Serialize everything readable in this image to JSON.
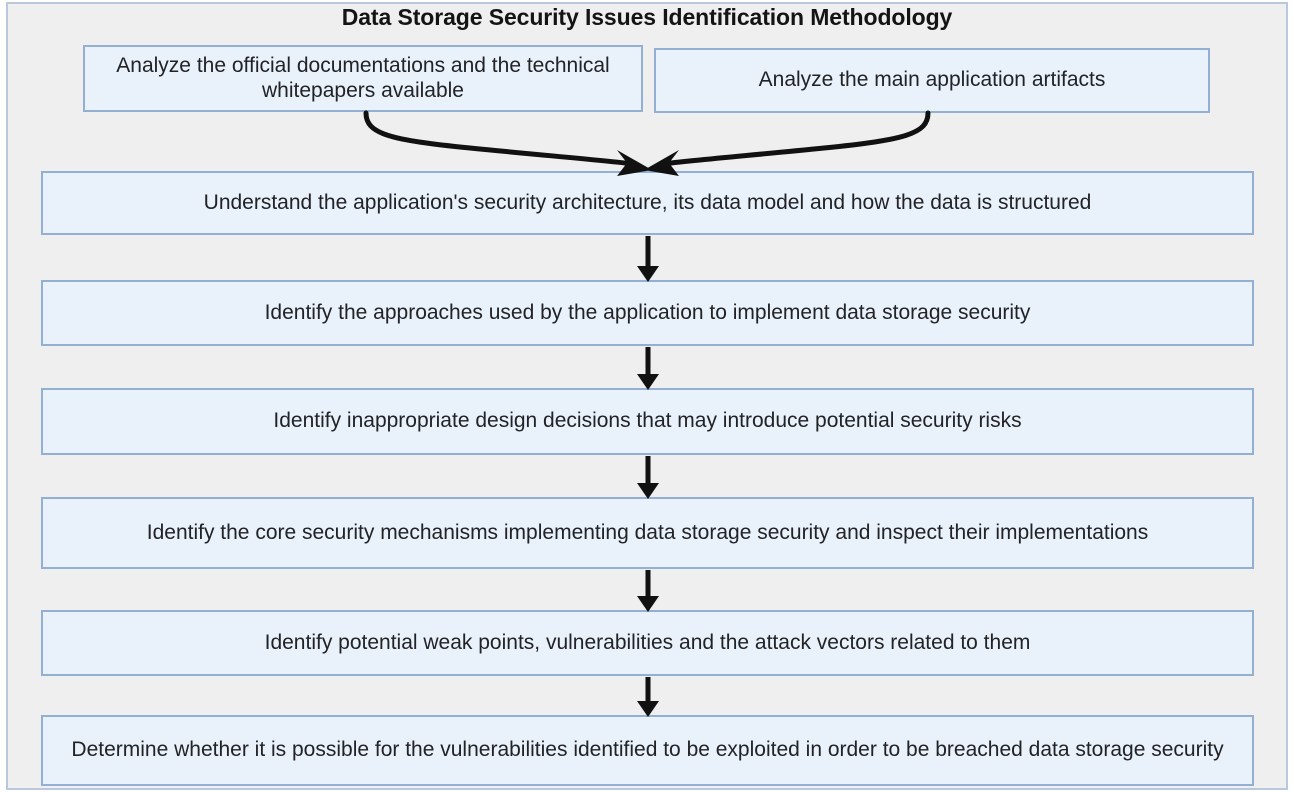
{
  "diagram": {
    "title": "Data Storage Security Issues Identification Methodology",
    "type": "flowchart",
    "colors": {
      "page_background": "#ffffff",
      "frame_background": "#efeff0",
      "frame_border": "#b9c8dd",
      "box_fill": "#e9f1fb",
      "box_border": "#93b0d4",
      "text": "#222326",
      "title_text": "#141414",
      "arrow": "#111111"
    },
    "inputs": [
      {
        "id": "box-docs",
        "label": "Analyze the official documentations and the technical whitepapers available"
      },
      {
        "id": "box-artifacts",
        "label": "Analyze the main application artifacts"
      }
    ],
    "steps": [
      {
        "id": "box-understand",
        "label": "Understand the application's security architecture, its  data model and how the data is structured"
      },
      {
        "id": "box-approaches",
        "label": "Identify the approaches used by the application to implement data storage security"
      },
      {
        "id": "box-design",
        "label": "Identify inappropriate design decisions that may introduce potential security risks"
      },
      {
        "id": "box-mechanisms",
        "label": "Identify the core security mechanisms implementing data storage security and inspect their implementations"
      },
      {
        "id": "box-weakpoints",
        "label": "Identify potential weak points, vulnerabilities and the  attack vectors related to them"
      },
      {
        "id": "box-determine",
        "label": "Determine whether it is possible for the vulnerabilities identified to be exploited in order to be breached data storage security"
      }
    ],
    "connectors": [
      {
        "name": "curved-merge-arrow-left",
        "from": "box-docs",
        "to": "box-understand",
        "style": "curved"
      },
      {
        "name": "curved-merge-arrow-right",
        "from": "box-artifacts",
        "to": "box-understand",
        "style": "curved"
      },
      {
        "name": "arrow-understand-to-approaches",
        "from": "box-understand",
        "to": "box-approaches",
        "style": "straight-down"
      },
      {
        "name": "arrow-approaches-to-design",
        "from": "box-approaches",
        "to": "box-design",
        "style": "straight-down"
      },
      {
        "name": "arrow-design-to-mechanisms",
        "from": "box-design",
        "to": "box-mechanisms",
        "style": "straight-down"
      },
      {
        "name": "arrow-mechanisms-to-weakpoints",
        "from": "box-mechanisms",
        "to": "box-weakpoints",
        "style": "straight-down"
      },
      {
        "name": "arrow-weakpoints-to-determine",
        "from": "box-weakpoints",
        "to": "box-determine",
        "style": "straight-down"
      }
    ]
  }
}
